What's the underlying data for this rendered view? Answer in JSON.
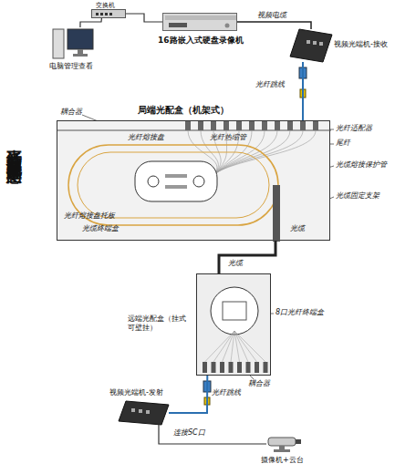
{
  "diagram": {
    "title": "光纤监控一网段配置示意图",
    "nodes": [
      {
        "text": [
          "交换机"
        ]
      },
      {
        "text": [
          "16路嵌入式硬盘录像机"
        ]
      },
      {
        "text": [
          "电脑管理查看"
        ]
      },
      {
        "text": [
          "视频光端机-接收"
        ]
      },
      {
        "text": [
          "局端光配盒（机架式）"
        ]
      },
      {
        "text": [
          "远端光配盒（挂式可壁挂）"
        ]
      },
      {
        "text": [
          "视频光端机-发射"
        ]
      },
      {
        "text": [
          "摄像机+云台"
        ]
      }
    ],
    "edges": [
      {
        "from": 0,
        "to": 1,
        "arrow": "none"
      },
      {
        "from": 0,
        "to": 2,
        "arrow": "none"
      },
      {
        "from": 1,
        "to": 3,
        "label": "视频电缆",
        "arrow": "none"
      },
      {
        "from": 3,
        "to": 4,
        "label": "光纤跳线",
        "arrow": "none"
      },
      {
        "from": 4,
        "to": 5,
        "label": "光缆",
        "arrow": "none"
      },
      {
        "from": 5,
        "to": 6,
        "label": "光纤跳线",
        "arrow": "none"
      },
      {
        "from": 6,
        "to": 7,
        "arrow": "none"
      }
    ],
    "labels": [
      "耦合器",
      "光纤适配器",
      "尾纤",
      "光缆熔接保护管",
      "光缆固定支架",
      "光纤熔接盘",
      "光纤热缩管",
      "光纤熔接盘托板",
      "光缆终端盒",
      "光缆",
      "8口光纤终端盒",
      "耦合器",
      "连接SC口"
    ]
  }
}
